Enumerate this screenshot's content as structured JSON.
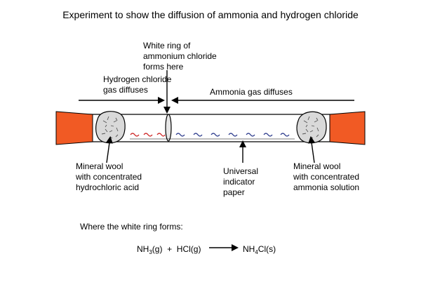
{
  "title": "Experiment to show the diffusion of ammonia and hydrogen chloride",
  "labels": {
    "ring": [
      "White ring of",
      "ammonium chloride",
      "forms here"
    ],
    "hcl_diffuses": [
      "Hydrogen chloride",
      "gas diffuses"
    ],
    "ammonia_diffuses": "Ammonia gas diffuses",
    "wool_left": [
      "Mineral wool",
      "with concentrated",
      "hydrochloric acid"
    ],
    "indicator": [
      "Universal",
      "indicator",
      "paper"
    ],
    "wool_right": [
      "Mineral wool",
      "with concentrated",
      "ammonia solution"
    ]
  },
  "equation": {
    "heading": "Where the white ring forms:",
    "lhs_nh": "NH",
    "lhs_sub": "3",
    "lhs_rest": "(g)  +  HCl(g)",
    "rhs_nh": "NH",
    "rhs_sub": "4",
    "rhs_rest": "Cl(s)"
  },
  "colors": {
    "stopper": "#f15a24",
    "hcl_wave": "#cc2222",
    "ammonia_wave": "#2b3a8c",
    "wool": "#d9d9d9"
  }
}
